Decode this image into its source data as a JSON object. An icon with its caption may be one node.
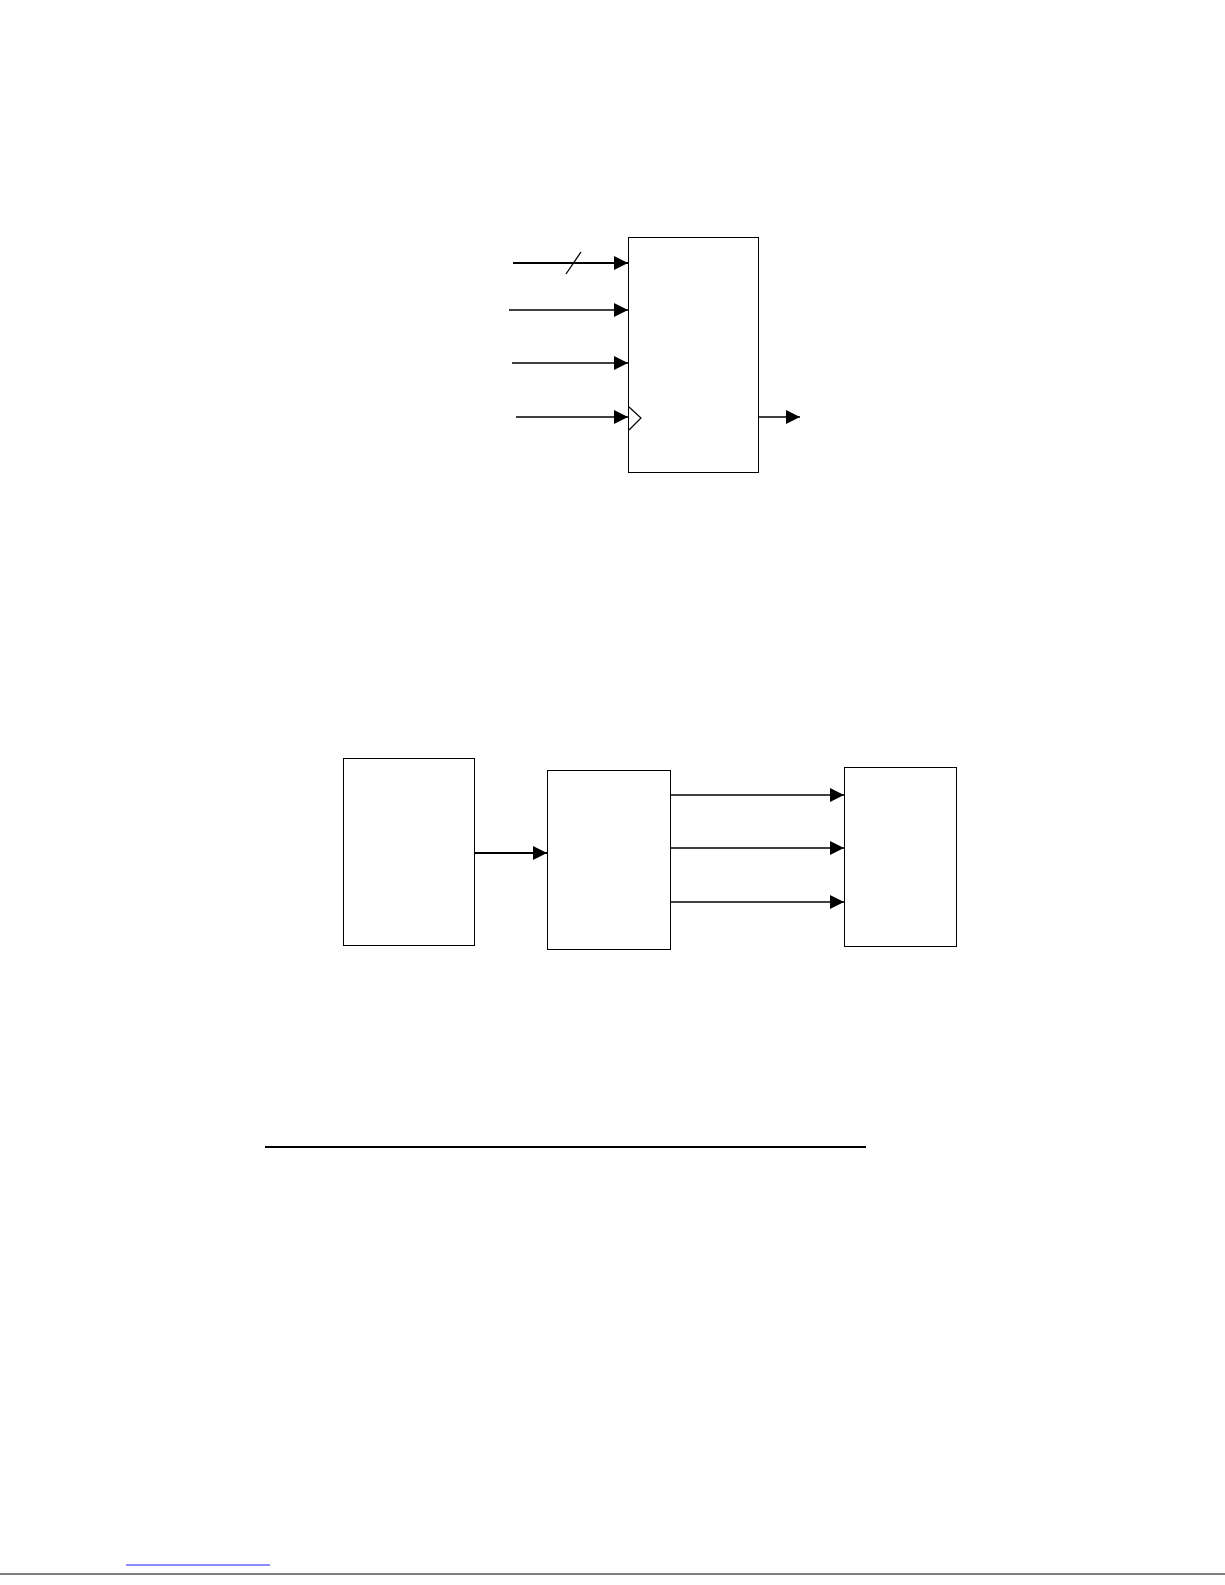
{
  "diagram": {
    "nodes": [
      {
        "text": [],
        "shape": "box"
      },
      {
        "text": [],
        "shape": "box"
      },
      {
        "text": [],
        "shape": "box"
      },
      {
        "text": [],
        "shape": "box"
      }
    ],
    "edges": [
      {
        "from": null,
        "to": 0,
        "arrow": "to"
      },
      {
        "from": null,
        "to": 0,
        "arrow": "to"
      },
      {
        "from": null,
        "to": 0,
        "arrow": "to"
      },
      {
        "from": null,
        "to": 0,
        "arrow": "to"
      },
      {
        "from": 0,
        "to": null,
        "arrow": "to"
      },
      {
        "from": 1,
        "to": 2,
        "arrow": "to"
      },
      {
        "from": 2,
        "to": 3,
        "arrow": "to"
      },
      {
        "from": 2,
        "to": 3,
        "arrow": "to"
      },
      {
        "from": 2,
        "to": 3,
        "arrow": "to"
      }
    ]
  }
}
